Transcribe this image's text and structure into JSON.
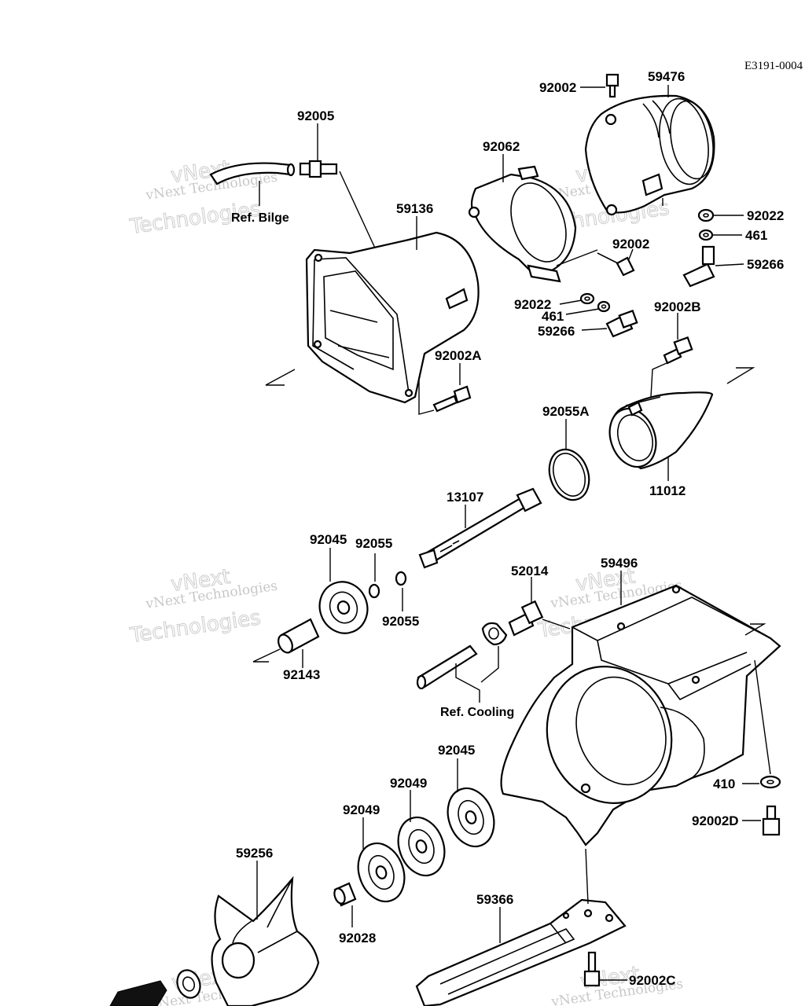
{
  "diagram_code": "E3191-0004",
  "part_labels": {
    "p92002_top": "92002",
    "p59476": "59476",
    "p92005": "92005",
    "p92062": "92062",
    "p59136": "59136",
    "p92022_r": "92022",
    "p461_r": "461",
    "p59266_r": "59266",
    "p92002_mid": "92002",
    "p92022_l": "92022",
    "p461_l": "461",
    "p59266_l": "59266",
    "p92002B": "92002B",
    "p92002A": "92002A",
    "p92055A": "92055A",
    "p11012": "11012",
    "p13107": "13107",
    "p92045_a": "92045",
    "p92055_a": "92055",
    "p92055_b": "92055",
    "p92143": "92143",
    "p52014": "52014",
    "p59496": "59496",
    "p92045_b": "92045",
    "p92049_a": "92049",
    "p92049_b": "92049",
    "p410": "410",
    "p92002D": "92002D",
    "p59256": "59256",
    "p59366": "59366",
    "p92028": "92028",
    "p92002C": "92002C"
  },
  "references": {
    "bilge": "Ref. Bilge",
    "cooling": "Ref. Cooling"
  },
  "watermark": {
    "line1": "vNext Technologies",
    "line2": "vNext",
    "line3": "Technologies"
  },
  "colors": {
    "ink": "#000000",
    "paper": "#ffffff",
    "watermark": "#9a9a9a"
  }
}
